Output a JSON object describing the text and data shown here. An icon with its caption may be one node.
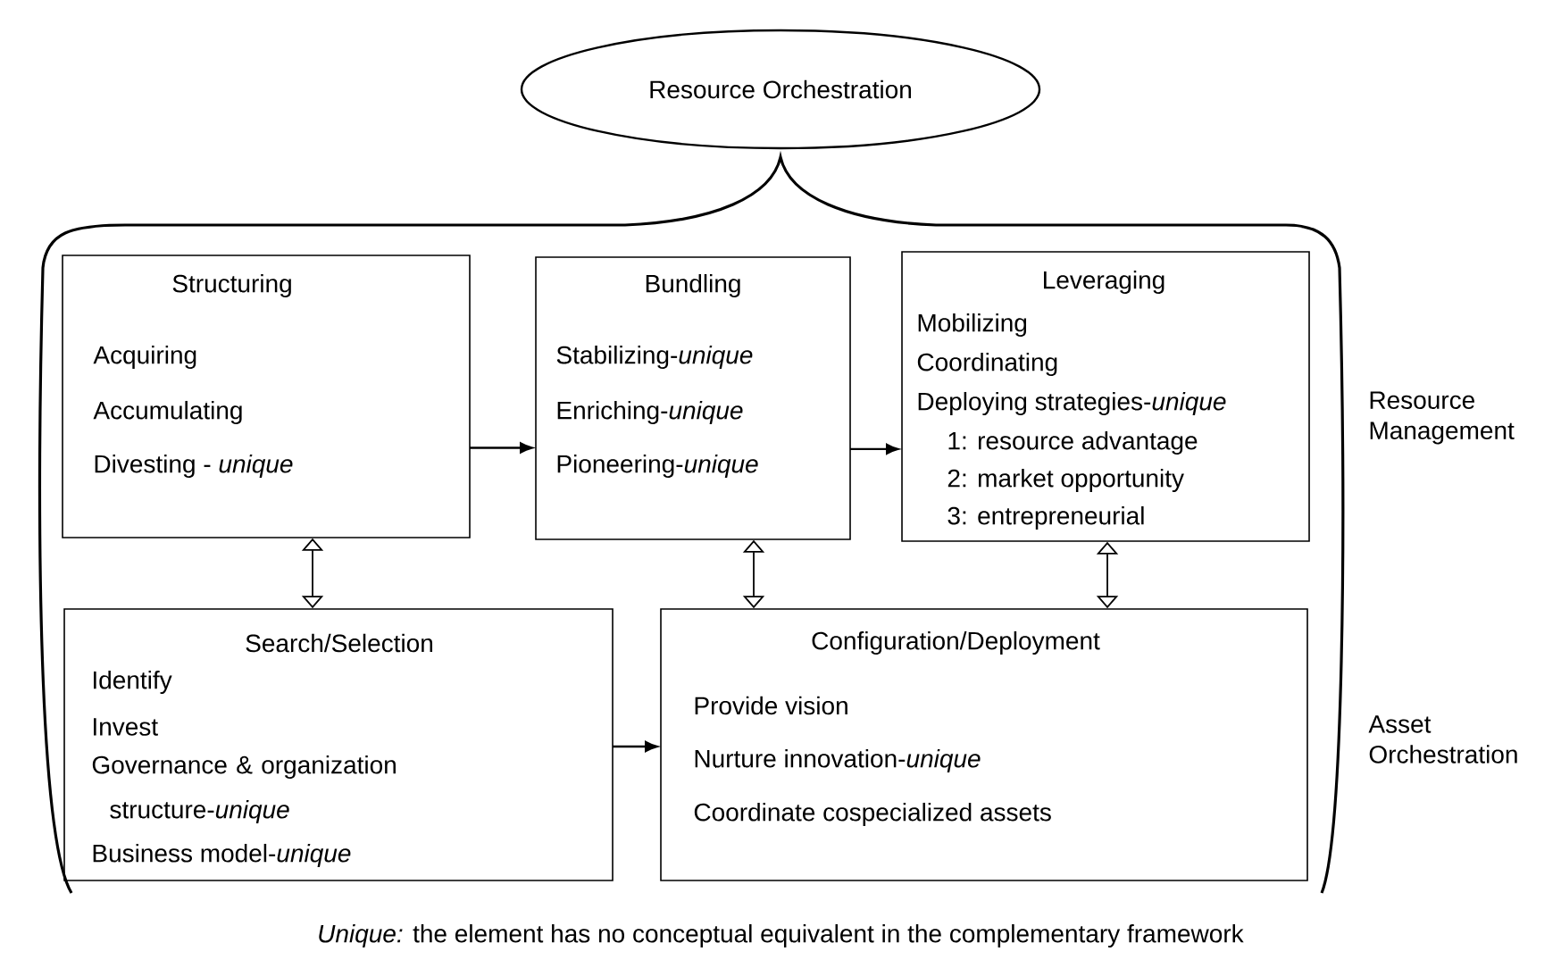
{
  "diagram": {
    "caption": "*Unique:* the element has no conceptual equivalent in the complementary framework",
    "nodes": [
      {
        "text": [
          "Resource Orchestration"
        ]
      },
      {
        "text": [
          "Structuring",
          "Acquiring",
          "Accumulating",
          "Divesting - *unique*"
        ]
      },
      {
        "text": [
          "Bundling",
          "Stabilizing-*unique*",
          "Enriching-*unique*",
          "Pioneering-*unique*"
        ]
      },
      {
        "text": [
          "Leveraging",
          "Mobilizing",
          "Coordinating",
          "Deploying strategies-*unique*",
          "1: resource advantage",
          "2: market opportunity",
          "3: entrepreneurial"
        ]
      },
      {
        "text": [
          "Search/Selection",
          "Identify",
          "Invest",
          "Governance & organization structure-*unique*",
          "Business model-*unique*"
        ]
      },
      {
        "text": [
          "Configuration/Deployment",
          "Provide vision",
          "Nurture innovation-*unique*",
          "Coordinate cospecialized assets"
        ]
      }
    ],
    "edges": [
      {
        "from": 1,
        "to": 2,
        "arrow": "to"
      },
      {
        "from": 2,
        "to": 3,
        "arrow": "to"
      },
      {
        "from": 4,
        "to": 5,
        "arrow": "to"
      },
      {
        "from": 1,
        "to": 4,
        "arrow": "both"
      },
      {
        "from": 2,
        "to": 5,
        "arrow": "both"
      },
      {
        "from": 3,
        "to": 5,
        "arrow": "both"
      }
    ],
    "labels": [
      "Resource Management",
      "Asset Orchestration"
    ]
  }
}
